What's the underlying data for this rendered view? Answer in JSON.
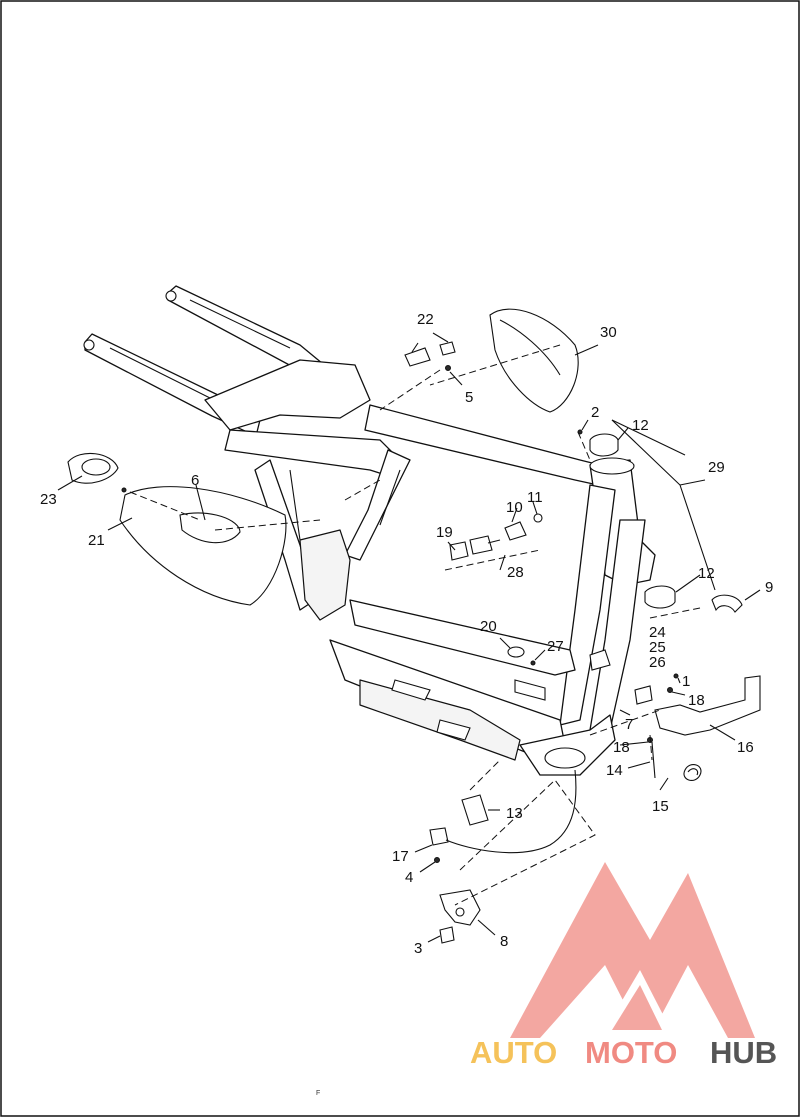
{
  "diagram": {
    "callouts": [
      {
        "id": "c1",
        "label": "1"
      },
      {
        "id": "c2",
        "label": "2"
      },
      {
        "id": "c3",
        "label": "3"
      },
      {
        "id": "c4",
        "label": "4"
      },
      {
        "id": "c5",
        "label": "5"
      },
      {
        "id": "c6",
        "label": "6"
      },
      {
        "id": "c7",
        "label": "7"
      },
      {
        "id": "c8",
        "label": "8"
      },
      {
        "id": "c9",
        "label": "9"
      },
      {
        "id": "c10",
        "label": "10"
      },
      {
        "id": "c11",
        "label": "11"
      },
      {
        "id": "c12a",
        "label": "12"
      },
      {
        "id": "c12b",
        "label": "12"
      },
      {
        "id": "c13",
        "label": "13"
      },
      {
        "id": "c14",
        "label": "14"
      },
      {
        "id": "c15",
        "label": "15"
      },
      {
        "id": "c16",
        "label": "16"
      },
      {
        "id": "c17",
        "label": "17"
      },
      {
        "id": "c18a",
        "label": "18"
      },
      {
        "id": "c18b",
        "label": "18"
      },
      {
        "id": "c19",
        "label": "19"
      },
      {
        "id": "c20",
        "label": "20"
      },
      {
        "id": "c21",
        "label": "21"
      },
      {
        "id": "c22",
        "label": "22"
      },
      {
        "id": "c23",
        "label": "23"
      },
      {
        "id": "c24",
        "label": "24"
      },
      {
        "id": "c25",
        "label": "25"
      },
      {
        "id": "c26",
        "label": "26"
      },
      {
        "id": "c27",
        "label": "27"
      },
      {
        "id": "c28",
        "label": "28"
      },
      {
        "id": "c29",
        "label": "29"
      },
      {
        "id": "c30",
        "label": "30"
      }
    ],
    "footer_mark": "F"
  },
  "watermark": {
    "word_1": "AUTO",
    "word_2": "MOTO",
    "word_3": "HUB",
    "color_1": "#f5c25a",
    "color_2": "#f08a82",
    "color_3": "#555555"
  }
}
